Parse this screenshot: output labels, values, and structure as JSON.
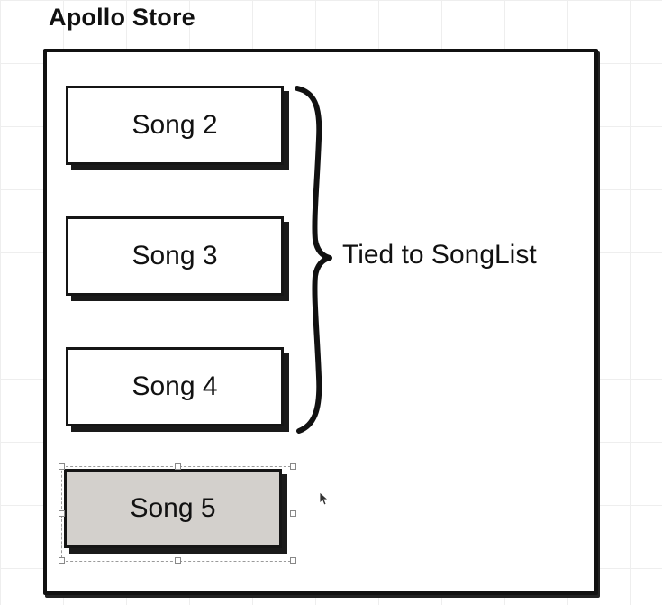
{
  "store": {
    "title": "Apollo Store"
  },
  "songs": [
    {
      "label": "Song 2"
    },
    {
      "label": "Song 3"
    },
    {
      "label": "Song 4"
    },
    {
      "label": "Song 5"
    }
  ],
  "brace_annotation": {
    "label": "Tied to SongList"
  },
  "colors": {
    "ink": "#111111",
    "selected_fill": "#d3d0cc",
    "background": "#ffffff"
  }
}
